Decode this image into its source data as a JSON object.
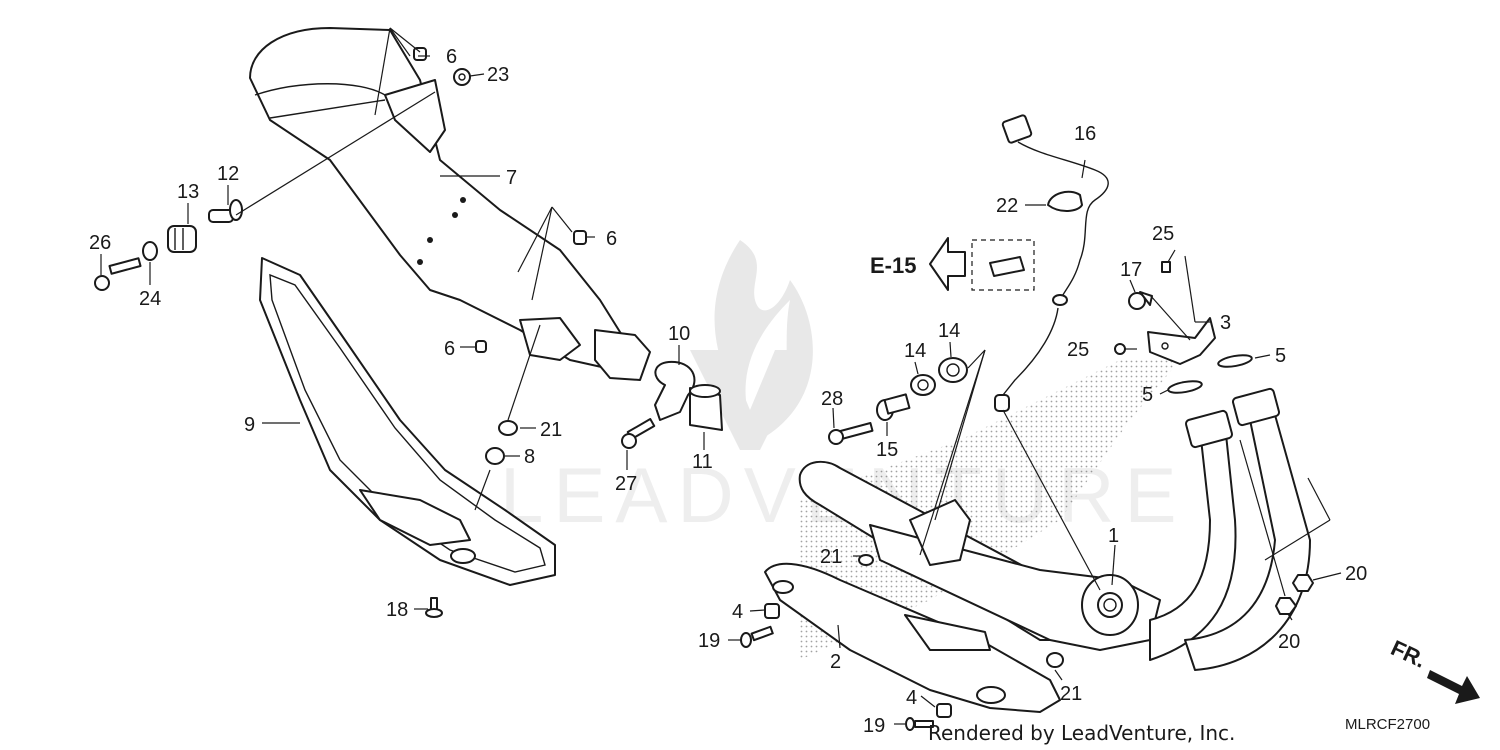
{
  "diagram": {
    "ref_label": "E-15",
    "watermark_text": "LEADVENTURE",
    "footer_credit": "Rendered by LeadVenture, Inc.",
    "diagram_code": "MLRCF2700",
    "front_label": "FR.",
    "callouts": {
      "c1": "1",
      "c2": "2",
      "c3": "3",
      "c4a": "4",
      "c4b": "4",
      "c5a": "5",
      "c5b": "5",
      "c6a": "6",
      "c6b": "6",
      "c6c": "6",
      "c7": "7",
      "c8": "8",
      "c9": "9",
      "c10": "10",
      "c11": "11",
      "c12": "12",
      "c13": "13",
      "c14a": "14",
      "c14b": "14",
      "c15": "15",
      "c16": "16",
      "c17": "17",
      "c18": "18",
      "c19a": "19",
      "c19b": "19",
      "c20a": "20",
      "c20b": "20",
      "c21a": "21",
      "c21b": "21",
      "c21c": "21",
      "c22": "22",
      "c23": "23",
      "c24": "24",
      "c25a": "25",
      "c25b": "25",
      "c26": "26",
      "c27": "27",
      "c28": "28"
    }
  }
}
